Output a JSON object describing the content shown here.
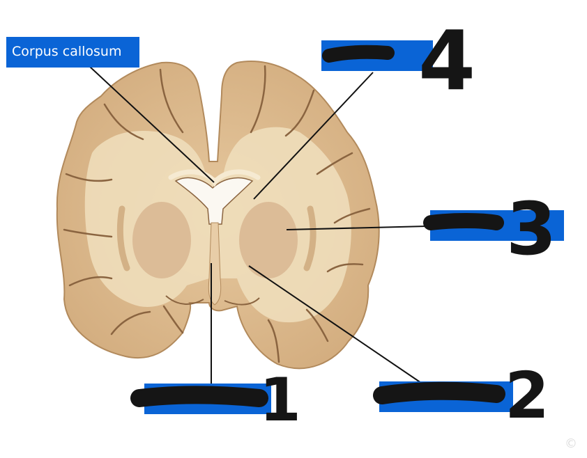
{
  "diagram": {
    "labeled_structure": "Corpus callosum",
    "hidden_labels": [
      {
        "number": "1"
      },
      {
        "number": "2"
      },
      {
        "number": "3"
      },
      {
        "number": "4"
      }
    ],
    "copyright_mark": "©"
  },
  "colors": {
    "label_box": "#0a64d6",
    "leader_line": "#111111",
    "scribble": "#151515",
    "tissue_grey_matter": "#dcb98e",
    "tissue_white_matter": "#f1e0c0"
  }
}
